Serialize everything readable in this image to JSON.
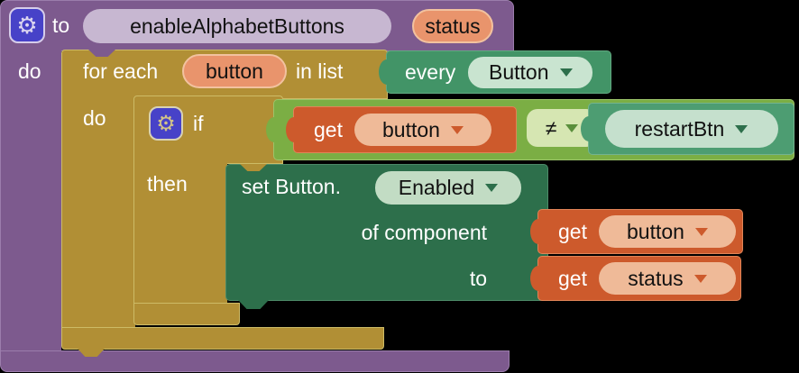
{
  "colors": {
    "procedure_block": "#7d5a8e",
    "loop_and_if_block": "#b18f35",
    "logic_compare_block": "#7bae44",
    "component_block": "#429467",
    "setter_block": "#2d6f4b",
    "variable_get_block": "#cd5a2c",
    "parameter_badge": "#e9946c",
    "gear_icon_bg": "#4742c8"
  },
  "icons": {
    "gear": "⚙"
  },
  "procedure": {
    "keyword": "to",
    "name": "enableAlphabetButtons",
    "param": "status",
    "do_label": "do"
  },
  "foreach": {
    "label": "for each",
    "variable": "button",
    "suffix": "in list",
    "do_label": "do",
    "every": {
      "label": "every",
      "value": "Button"
    }
  },
  "if_block": {
    "label": "if",
    "then_label": "then",
    "condition": {
      "left_get": {
        "label": "get",
        "value": "button"
      },
      "operator": "≠",
      "right": {
        "value": "restartBtn"
      }
    }
  },
  "setter": {
    "label": "set Button.",
    "property": "Enabled",
    "of_component_label": "of component",
    "component_get": {
      "label": "get",
      "value": "button"
    },
    "to_label": "to",
    "value_get": {
      "label": "get",
      "value": "status"
    }
  }
}
